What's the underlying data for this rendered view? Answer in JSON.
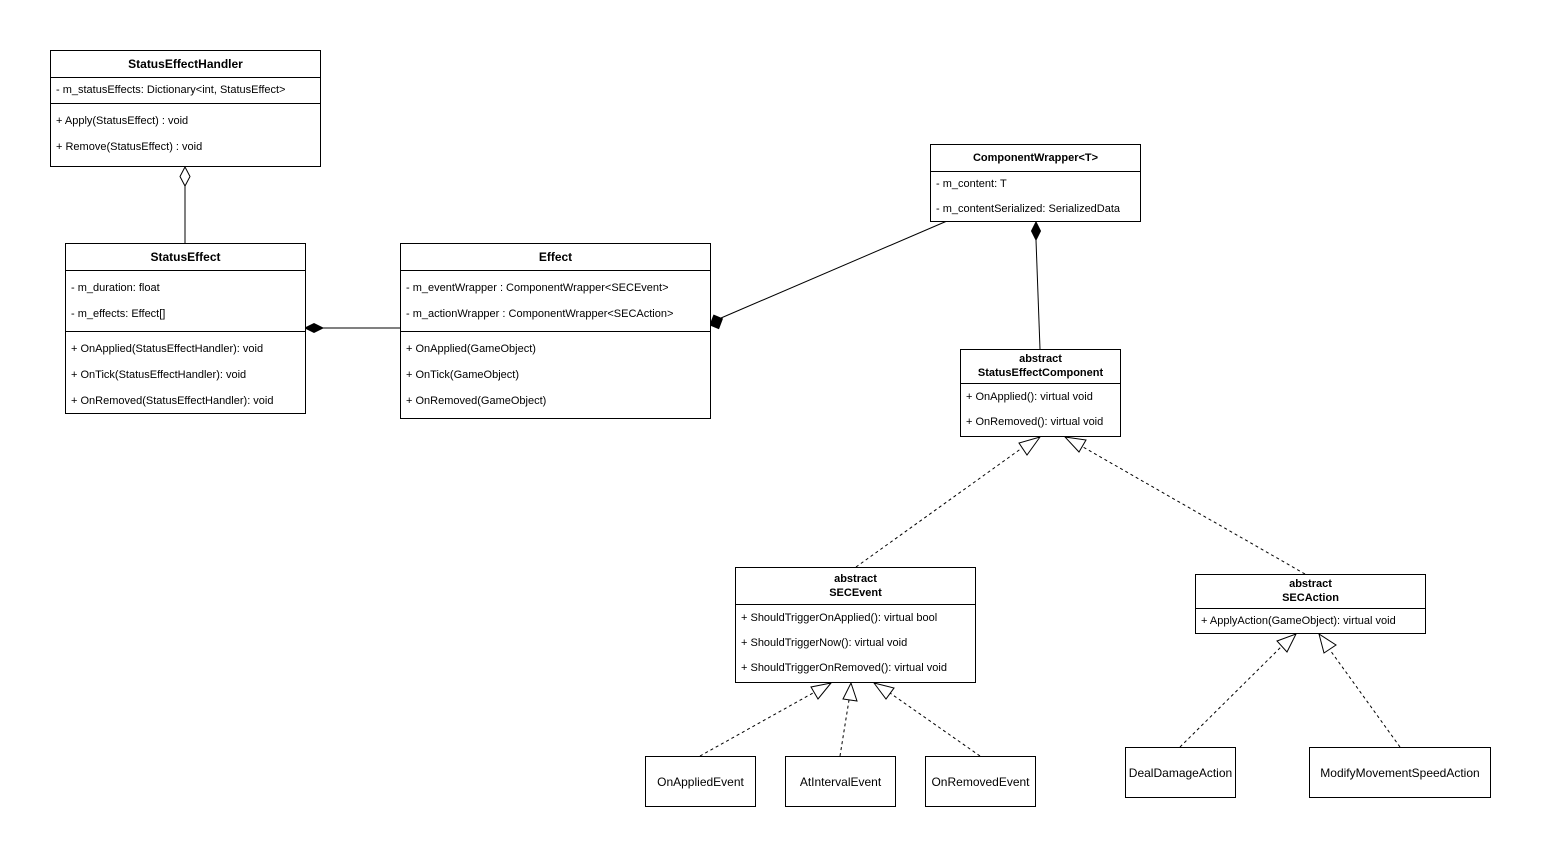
{
  "classes": {
    "status_effect_handler": {
      "name": "StatusEffectHandler",
      "attributes": [
        "- m_statusEffects: Dictionary<int, StatusEffect>"
      ],
      "methods": [
        "+ Apply(StatusEffect) : void",
        "+ Remove(StatusEffect) : void"
      ]
    },
    "status_effect": {
      "name": "StatusEffect",
      "attributes": [
        "- m_duration: float",
        "- m_effects: Effect[]"
      ],
      "methods": [
        "+ OnApplied(StatusEffectHandler): void",
        "+ OnTick(StatusEffectHandler): void",
        "+ OnRemoved(StatusEffectHandler): void"
      ]
    },
    "effect": {
      "name": "Effect",
      "attributes": [
        "- m_eventWrapper : ComponentWrapper<SECEvent>",
        "- m_actionWrapper : ComponentWrapper<SECAction>"
      ],
      "methods": [
        "+ OnApplied(GameObject)",
        "+ OnTick(GameObject)",
        "+ OnRemoved(GameObject)"
      ]
    },
    "component_wrapper": {
      "name": "ComponentWrapper<T>",
      "attributes": [
        "- m_content: T",
        "- m_contentSerialized: SerializedData"
      ]
    },
    "status_effect_component": {
      "stereotype": "abstract",
      "name": "StatusEffectComponent",
      "methods": [
        "+ OnApplied(): virtual void",
        "+ OnRemoved(): virtual void"
      ]
    },
    "sec_event": {
      "stereotype": "abstract",
      "name": "SECEvent",
      "methods": [
        "+ ShouldTriggerOnApplied(): virtual bool",
        "+ ShouldTriggerNow(): virtual void",
        "+ ShouldTriggerOnRemoved(): virtual void"
      ]
    },
    "sec_action": {
      "stereotype": "abstract",
      "name": "SECAction",
      "methods": [
        "+ ApplyAction(GameObject): virtual void"
      ]
    }
  },
  "simple_classes": {
    "on_applied_event": "OnAppliedEvent",
    "at_interval_event": "AtIntervalEvent",
    "on_removed_event": "OnRemovedEvent",
    "deal_damage_action": "DealDamageAction",
    "modify_movement_speed_action": "ModifyMovementSpeedAction"
  },
  "relationships": [
    {
      "type": "aggregation",
      "whole": "StatusEffectHandler",
      "part": "StatusEffect"
    },
    {
      "type": "composition",
      "whole": "StatusEffect",
      "part": "Effect"
    },
    {
      "type": "composition",
      "whole": "Effect",
      "part": "ComponentWrapper<T>"
    },
    {
      "type": "composition",
      "whole": "ComponentWrapper<T>",
      "part": "StatusEffectComponent"
    },
    {
      "type": "realization",
      "child": "SECEvent",
      "parent": "StatusEffectComponent"
    },
    {
      "type": "realization",
      "child": "SECAction",
      "parent": "StatusEffectComponent"
    },
    {
      "type": "realization",
      "child": "OnAppliedEvent",
      "parent": "SECEvent"
    },
    {
      "type": "realization",
      "child": "AtIntervalEvent",
      "parent": "SECEvent"
    },
    {
      "type": "realization",
      "child": "OnRemovedEvent",
      "parent": "SECEvent"
    },
    {
      "type": "realization",
      "child": "DealDamageAction",
      "parent": "SECAction"
    },
    {
      "type": "realization",
      "child": "ModifyMovementSpeedAction",
      "parent": "SECAction"
    }
  ]
}
